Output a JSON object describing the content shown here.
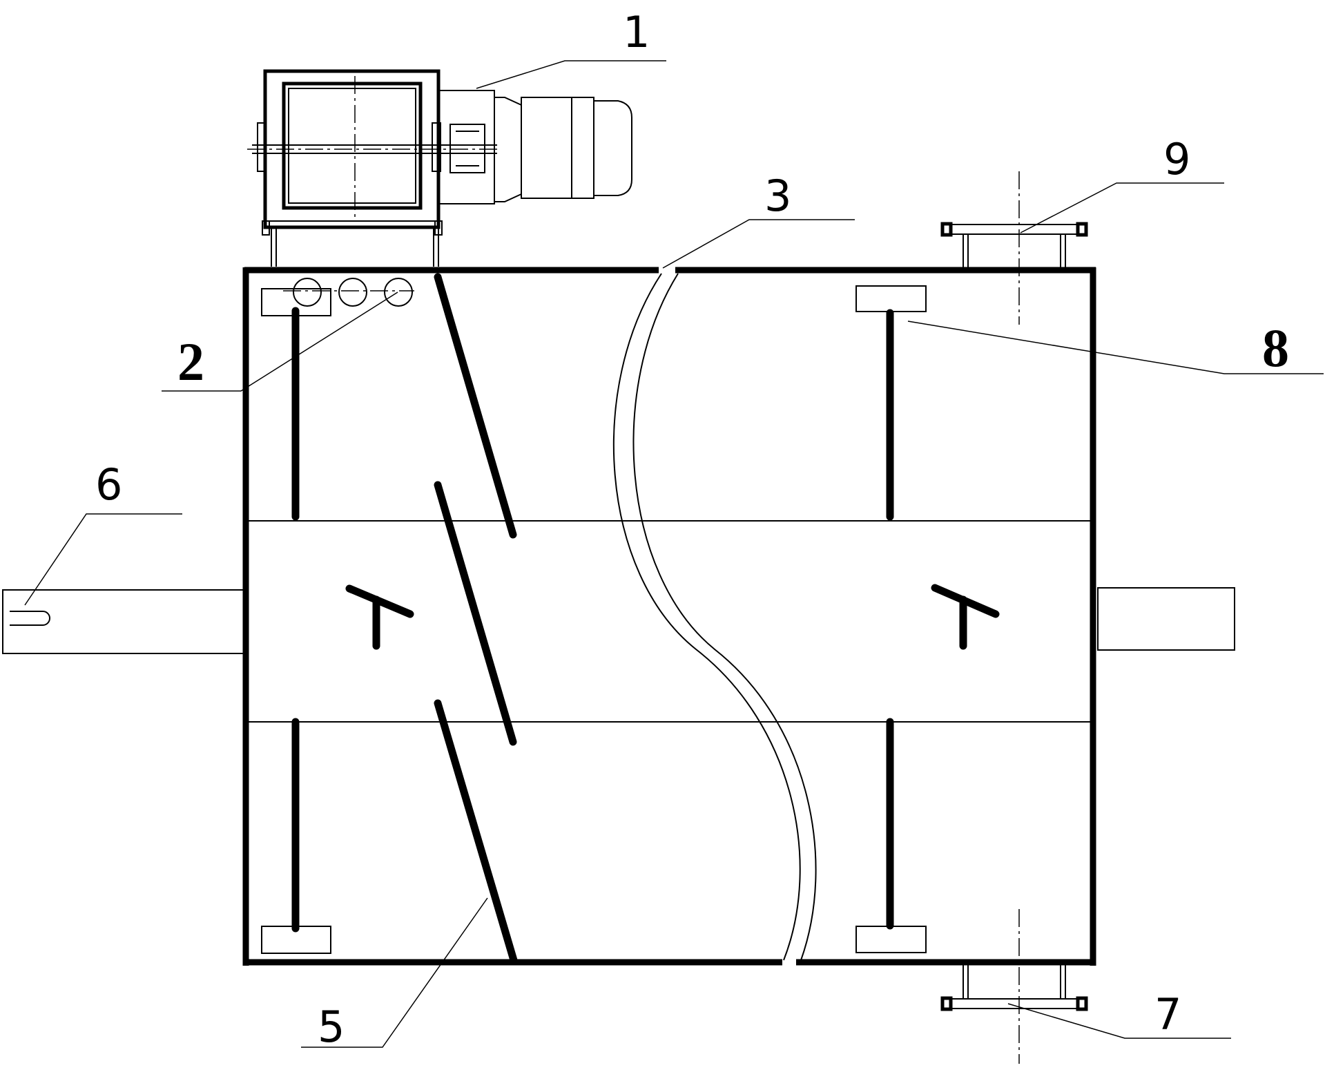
{
  "labels": {
    "l1": "1",
    "l2": "2",
    "l3": "3",
    "l5": "5",
    "l6": "6",
    "l7": "7",
    "l8": "8",
    "l9": "9"
  }
}
